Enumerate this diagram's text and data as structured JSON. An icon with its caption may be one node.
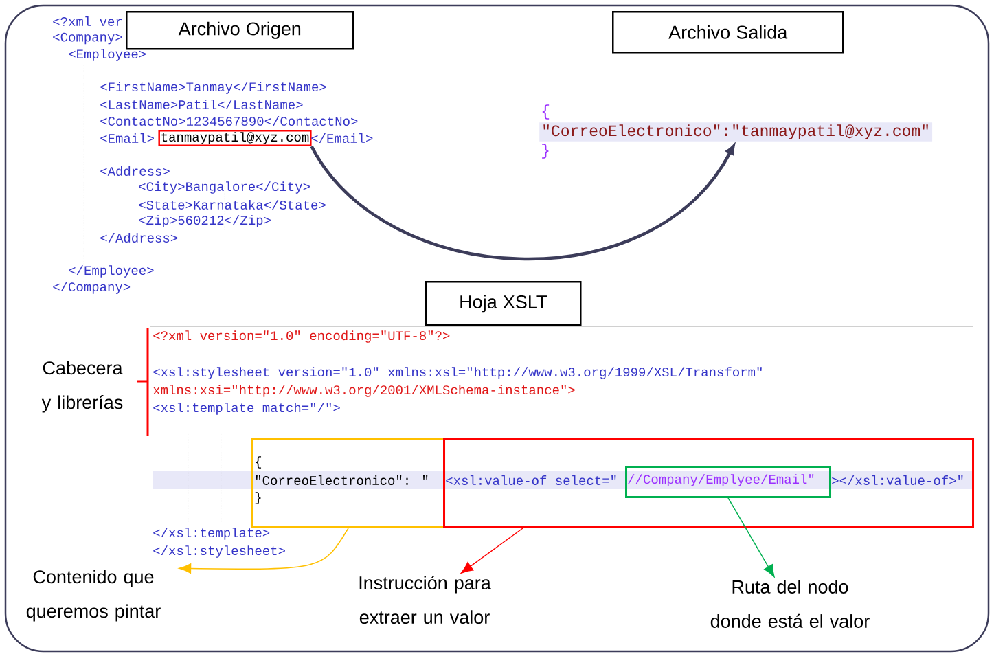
{
  "diagram": {
    "nodes": [
      {
        "text": [
          "Archivo Origen"
        ]
      },
      {
        "text": [
          "Archivo Salida"
        ]
      },
      {
        "text": [
          "Hoja XSLT"
        ]
      },
      {
        "text": [
          "tanmaypatil@xyz.com"
        ]
      },
      {
        "text": [
          "\"CorreoElectronico\":\"tanmaypatil@xyz.com\""
        ]
      },
      {
        "text": [
          "{",
          "\"CorreoElectronico\": \"",
          "}"
        ]
      },
      {
        "text": [
          "<xsl:value-of select=\"",
          "></xsl:value-of>\""
        ]
      },
      {
        "text": [
          "//Company/Emplyee/Email\""
        ],
        "in": 6
      },
      {
        "text": [
          "Contenido que queremos pintar"
        ]
      },
      {
        "text": [
          "Instrucción para extraer un valor"
        ]
      },
      {
        "text": [
          "Ruta del nodo donde está el valor"
        ]
      }
    ],
    "edges": [
      {
        "from": 3,
        "to": 4,
        "arrow": "to",
        "style": "thick",
        "color": "#3c3c5a"
      },
      {
        "from": 5,
        "to": 8,
        "arrow": "to",
        "color": "#ffc000"
      },
      {
        "from": 6,
        "to": 9,
        "arrow": "to",
        "color": "#ff0000"
      },
      {
        "from": 7,
        "to": 10,
        "arrow": "to",
        "color": "#00b050"
      }
    ],
    "labels": [
      "<?xml ver",
      "<Company>",
      "<Employee>",
      "<FirstName>Tanmay</FirstName>",
      "<LastName>Patil</LastName>",
      "<ContactNo>1234567890</ContactNo>",
      "<Email>",
      "</Email>",
      "<Address>",
      "<City>Bangalore</City>",
      "<State>Karnataka</State>",
      "<Zip>560212</Zip>",
      "</Address>",
      "</Employee>",
      "</Company>",
      "{",
      "}",
      "Cabecera y librerías",
      "<?xml version=\"1.0\" encoding=\"UTF-8\"?>",
      "<xsl:stylesheet version=\"1.0\" xmlns:xsl=\"http://www.w3.org/1999/XSL/Transform\"",
      "xmlns:xsi=\"http://www.w3.org/2001/XMLSchema-instance\">",
      "<xsl:template match=\"/\">",
      "</xsl:template>",
      "</xsl:stylesheet>"
    ]
  }
}
